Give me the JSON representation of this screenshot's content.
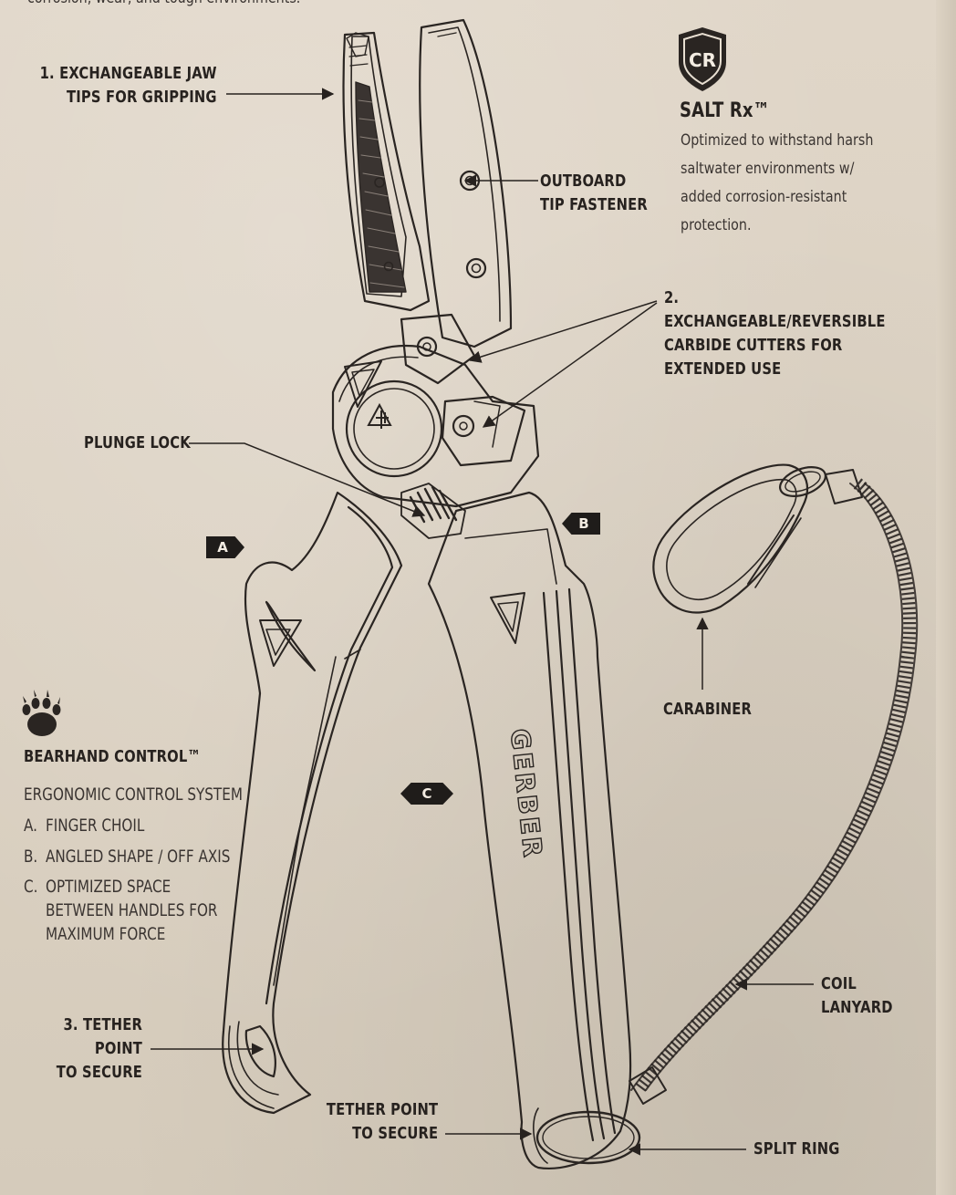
{
  "top_text": "corrosion, wear, and tough environments.",
  "callouts": {
    "jaw_tips": "1. EXCHANGEABLE JAW\nTIPS FOR GRIPPING",
    "outboard": "OUTBOARD\nTIP FASTENER",
    "carbide": "2. EXCHANGEABLE/REVERSIBLE\nCARBIDE CUTTERS FOR\nEXTENDED USE",
    "plunge_lock": "PLUNGE LOCK",
    "carabiner": "CARABINER",
    "coil_lanyard": "COIL\nLANYARD",
    "tether_left": "3. TETHER POINT\nTO SECURE",
    "tether_bottom": "TETHER POINT\nTO SECURE",
    "split_ring": "SPLIT RING"
  },
  "salt": {
    "badge": "CR",
    "title": "SALT Rx™",
    "description": "Optimized to withstand harsh\nsaltwater environments w/\nadded corrosion-resistant\nprotection."
  },
  "bearhand": {
    "title": "BEARHAND CONTROL™",
    "subtitle": "ERGONOMIC CONTROL SYSTEM",
    "a_letter": "A.",
    "a_text": "FINGER CHOIL",
    "b_letter": "B.",
    "b_text": "ANGLED SHAPE / OFF AXIS",
    "c_letter": "C.",
    "c_text": "OPTIMIZED SPACE\nBETWEEN HANDLES FOR\nMAXIMUM FORCE"
  },
  "tags": {
    "a": "A",
    "b": "B",
    "c": "C"
  },
  "brand": "GERBER",
  "colors": {
    "background": "#ddd3c4",
    "ink": "#27221f",
    "tag": "#1f1c1a"
  },
  "icons": [
    "shield-icon",
    "bear-paw-icon",
    "gerber-logo-icon"
  ]
}
